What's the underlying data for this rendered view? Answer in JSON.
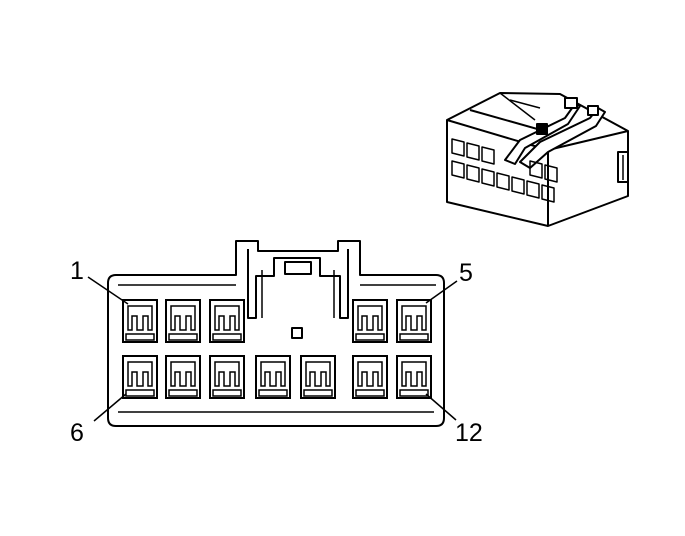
{
  "pin_labels": {
    "first_top": "1",
    "last_top": "5",
    "first_bottom": "6",
    "last_bottom": "12"
  },
  "connector": {
    "top_row_cavities": 5,
    "bottom_row_cavities": 7
  },
  "colors": {
    "line": "#000000",
    "background": "#ffffff"
  }
}
